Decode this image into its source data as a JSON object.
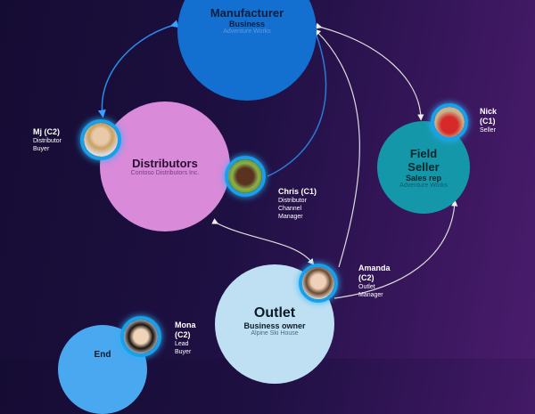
{
  "nodes": {
    "manufacturer": {
      "title": "Manufacturer",
      "role": "Business",
      "org": "Adventure Works",
      "color": "#1470d0"
    },
    "distributors": {
      "title": "Distributors",
      "org": "Contoso Distributors Inc.",
      "color": "#d98ad9"
    },
    "field_seller": {
      "title": "Field Seller",
      "role": "Sales rep",
      "org": "Adventure Works",
      "color": "#1597aa"
    },
    "outlet": {
      "title": "Outlet",
      "role": "Business owner",
      "org": "Alpine Ski House",
      "color": "#bfe0f2"
    },
    "end": {
      "title": "End",
      "color": "#4aa8f0"
    }
  },
  "people": {
    "mj": {
      "name": "Mj (C2)",
      "role": "Distributor Buyer"
    },
    "chris": {
      "name": "Chris (C1)",
      "role": "Distributor Channel Manager"
    },
    "nick": {
      "name": "Nick (C1)",
      "role": "Seller"
    },
    "amanda": {
      "name": "Amanda (C2)",
      "role": "Outlet Manager"
    },
    "mona": {
      "name": "Mona (C2)",
      "role": "Lead Buyer"
    }
  }
}
